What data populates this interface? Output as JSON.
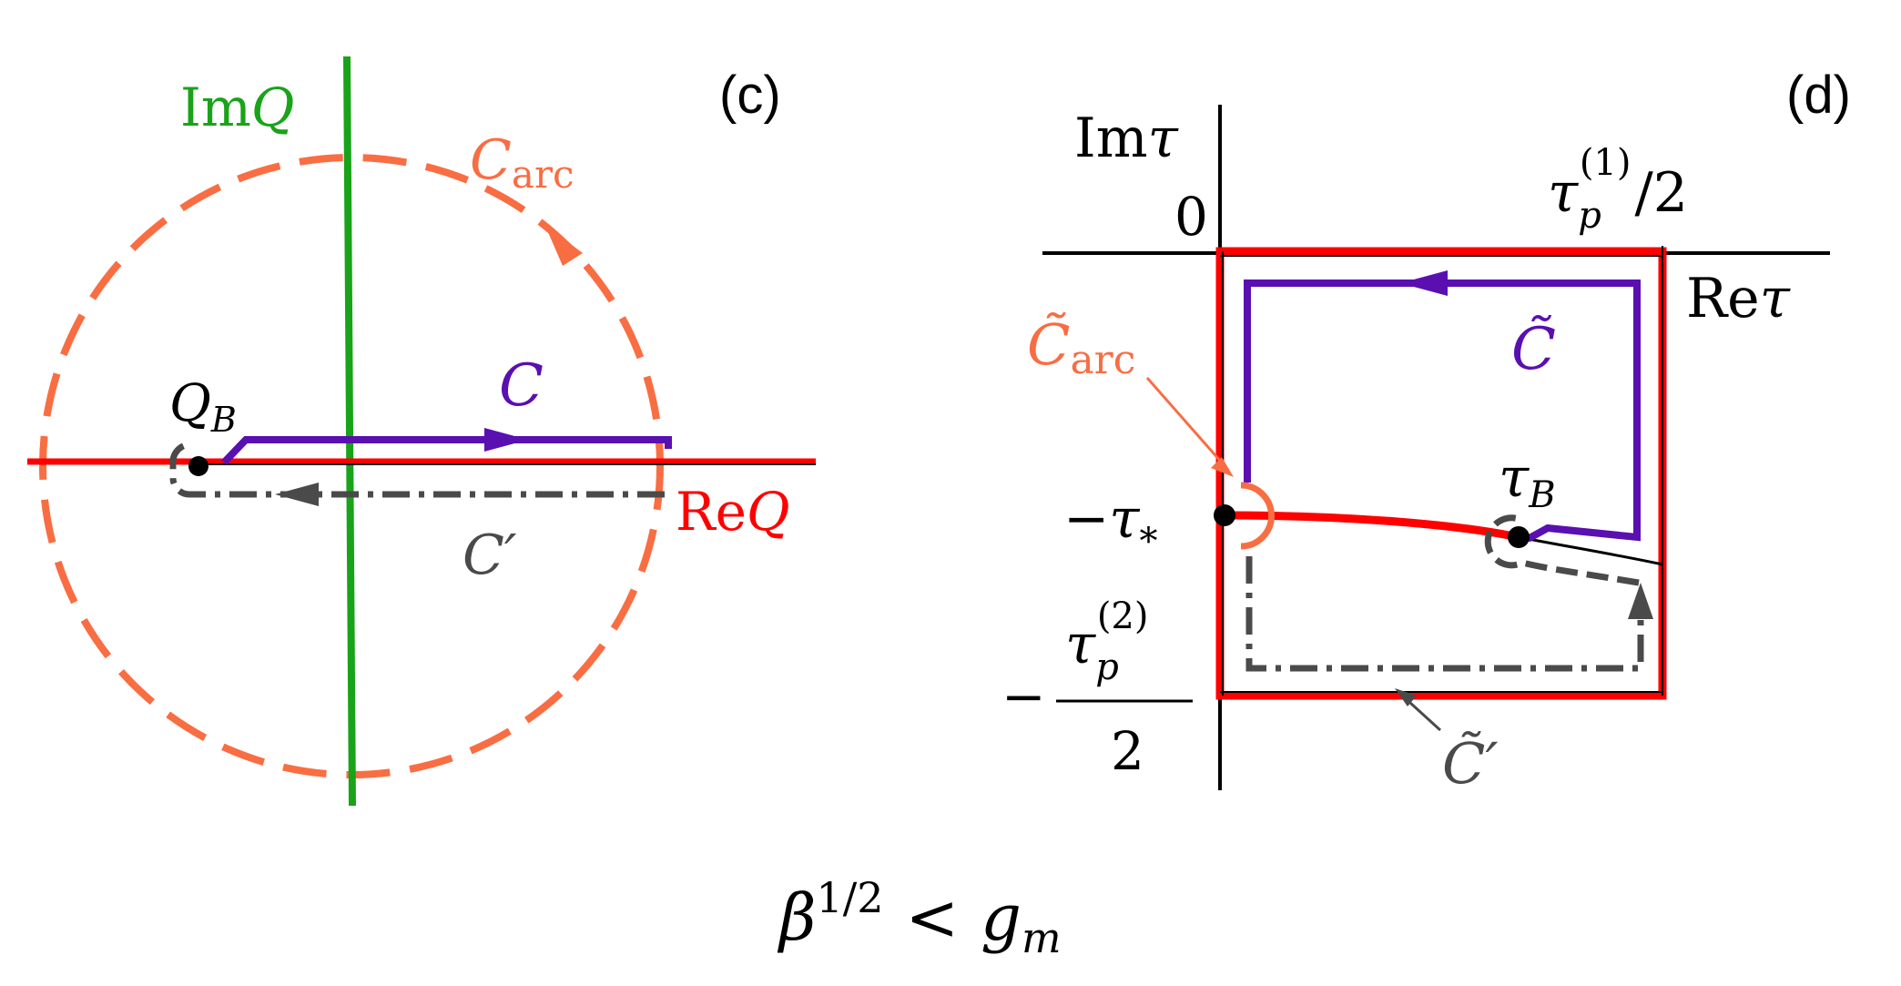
{
  "panels": {
    "c": {
      "tag": "(c)",
      "im_axis": {
        "prefix": "Im",
        "var": "Q"
      },
      "re_axis": {
        "prefix": "Re",
        "var": "Q"
      },
      "contour_main": "C",
      "contour_arc": {
        "base": "C",
        "sub": "arc"
      },
      "contour_prime": {
        "base": "C",
        "mark": "′"
      },
      "branch_point": {
        "base": "Q",
        "sub": "B"
      }
    },
    "d": {
      "tag": "(d)",
      "im_axis": {
        "prefix": "Im",
        "var": "τ"
      },
      "re_axis": {
        "prefix": "Re",
        "var": "τ"
      },
      "origin": "0",
      "period1": {
        "base": "τ",
        "sub": "p",
        "sup": "(1)",
        "tail": "/2"
      },
      "period2": {
        "minus": "−",
        "base": "τ",
        "sub": "p",
        "sup": "(2)",
        "den": "2"
      },
      "tau_star": {
        "minus": "−τ",
        "sub": "*"
      },
      "tau_b": {
        "base": "τ",
        "sub": "B"
      },
      "contour_main": "C̃",
      "contour_arc": {
        "base": "C̃",
        "sub": "arc"
      },
      "contour_prime": {
        "base": "C̃",
        "mark": "′"
      }
    }
  },
  "condition": {
    "base": "β",
    "sup": "1/2",
    "rel": "<",
    "rhs": "g",
    "rhs_sub": "m"
  },
  "colors": {
    "axis_black": "#000000",
    "re_red": "#ff0000",
    "im_green": "#19a319",
    "arc_orange": "#f96d43",
    "contour_purple": "#5a0fb1",
    "prime_gray": "#4a4a4a"
  }
}
